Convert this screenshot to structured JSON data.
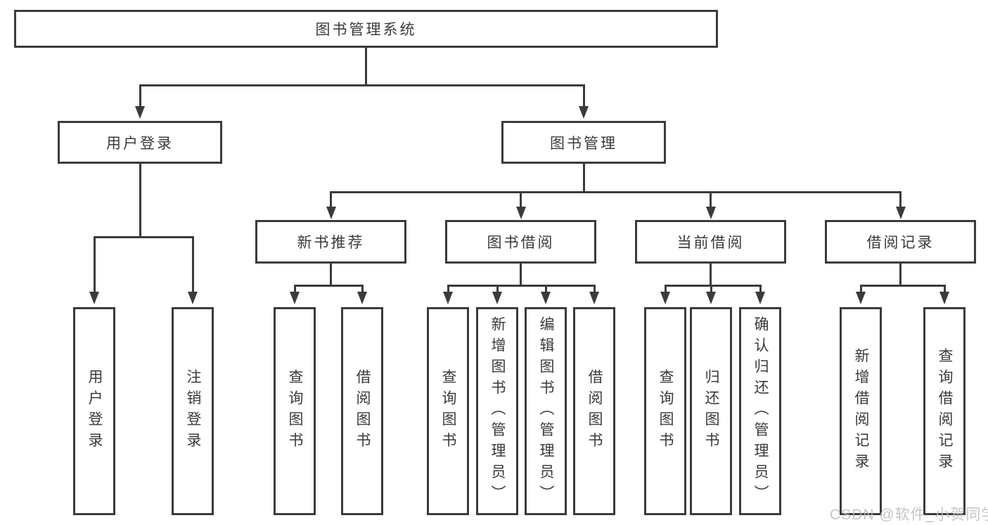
{
  "diagram_title": "图书管理系统",
  "nodes": {
    "root": {
      "label": "图书管理系统"
    },
    "level2": {
      "user_login": {
        "label": "用户登录"
      },
      "book_management": {
        "label": "图书管理"
      }
    },
    "level3": {
      "new_book_recommend": {
        "label": "新书推荐"
      },
      "book_borrow": {
        "label": "图书借阅"
      },
      "current_borrow": {
        "label": "当前借阅"
      },
      "borrow_records": {
        "label": "借阅记录"
      }
    },
    "leaves": {
      "user_login": [
        "用户登录",
        "注销登录"
      ],
      "new_book_recommend": [
        "查询图书",
        "借阅图书"
      ],
      "book_borrow": [
        "查询图书",
        "新增图书（管理员）",
        "编辑图书（管理员）",
        "借阅图书"
      ],
      "current_borrow": [
        "查询图书",
        "归还图书",
        "确认归还（管理员）"
      ],
      "borrow_records": [
        "新增借阅记录",
        "查询借阅记录"
      ]
    }
  },
  "watermark": "CSDN @软件_小贺同学",
  "colors": {
    "line": "#3b3b3b",
    "text": "#3a3a3a",
    "watermark": "#b8bcc1",
    "background": "#ffffff"
  }
}
